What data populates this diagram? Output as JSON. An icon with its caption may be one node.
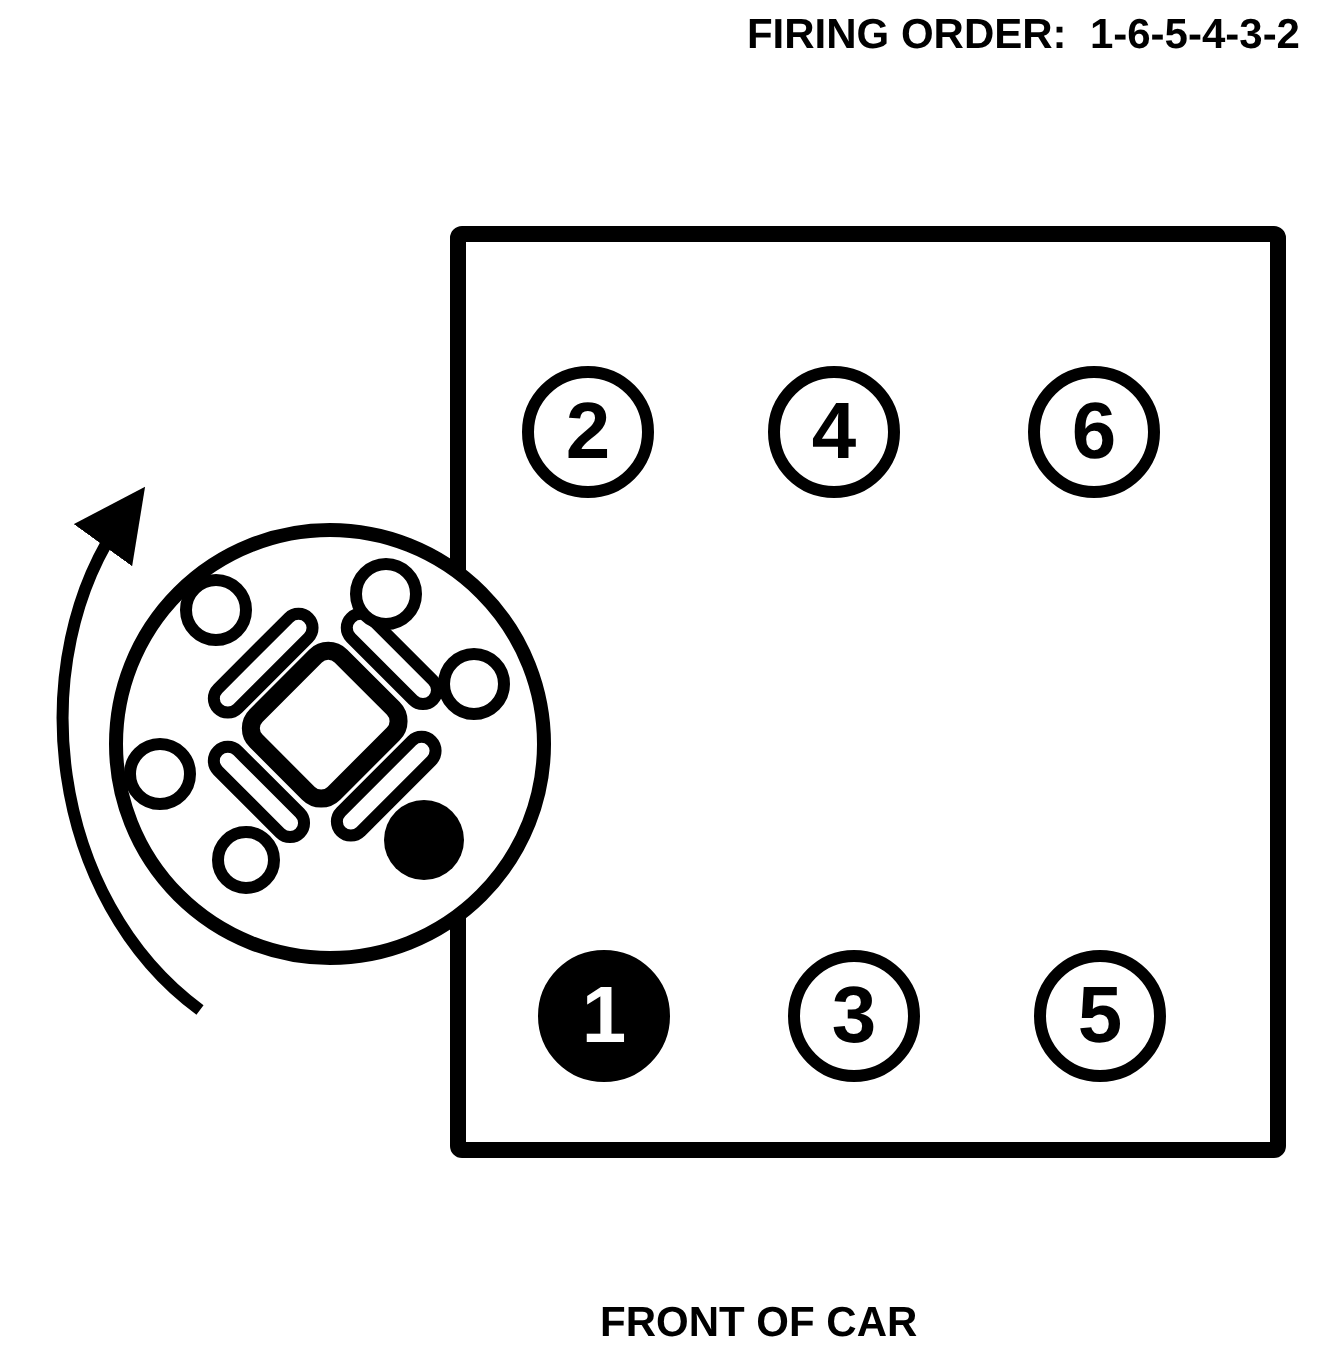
{
  "diagram": {
    "title": "FIRING ORDER:  1-6-5-4-3-2",
    "caption": "FRONT OF CAR",
    "nodes": [
      {
        "text": [],
        "shape": "box"
      },
      {
        "text": [
          "2"
        ],
        "in": 0
      },
      {
        "text": [
          "4"
        ],
        "in": 0
      },
      {
        "text": [
          "6"
        ],
        "in": 0
      },
      {
        "text": [
          "1"
        ],
        "in": 0
      },
      {
        "text": [
          "3"
        ],
        "in": 0
      },
      {
        "text": [
          "5"
        ],
        "in": 0
      }
    ]
  }
}
